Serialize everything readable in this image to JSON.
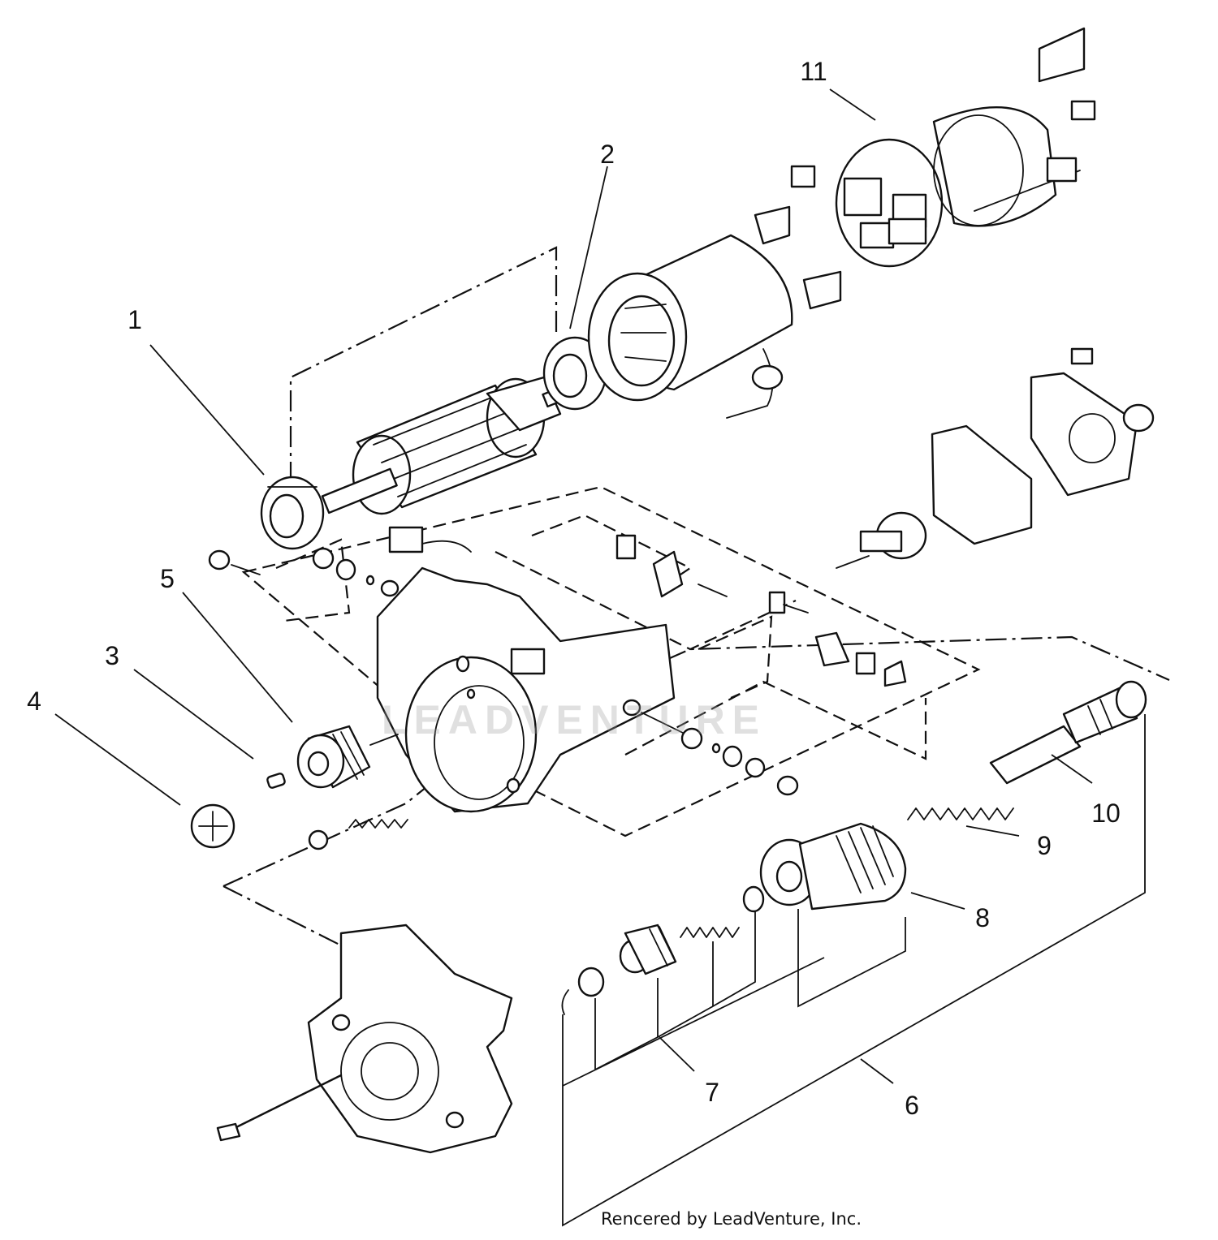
{
  "diagram": {
    "callouts": [
      {
        "id": "1",
        "label": "1"
      },
      {
        "id": "2",
        "label": "2"
      },
      {
        "id": "3",
        "label": "3"
      },
      {
        "id": "4",
        "label": "4"
      },
      {
        "id": "5",
        "label": "5"
      },
      {
        "id": "6",
        "label": "6"
      },
      {
        "id": "7",
        "label": "7"
      },
      {
        "id": "8",
        "label": "8"
      },
      {
        "id": "9",
        "label": "9"
      },
      {
        "id": "10",
        "label": "10"
      },
      {
        "id": "11",
        "label": "11"
      }
    ],
    "watermark": "LEADVENTURE",
    "credit": "Rencered by LeadVenture, Inc."
  }
}
